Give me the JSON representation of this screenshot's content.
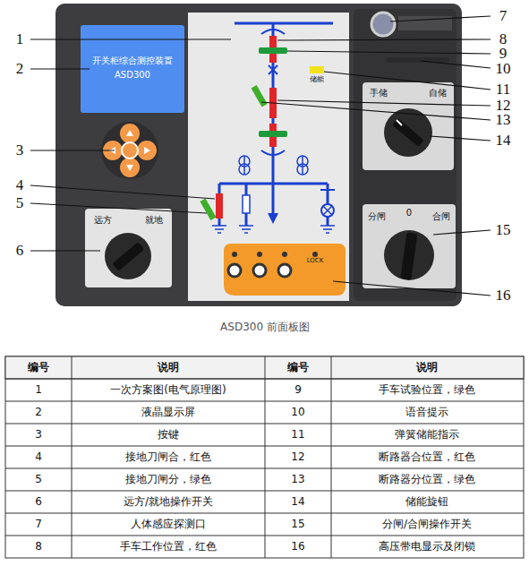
{
  "diagram": {
    "caption": "ASD300 前面板图",
    "nodes": [
      {
        "text": [
          "开关柜综合测控装置",
          "ASD300"
        ]
      },
      {
        "text": [
          "远方",
          "就地"
        ]
      },
      {
        "text": [
          "储能"
        ]
      },
      {
        "text": [
          "手储",
          "自储"
        ]
      },
      {
        "text": [
          "分闸",
          "0",
          "合闸"
        ]
      },
      {
        "text": [
          "LOCK"
        ]
      }
    ],
    "labels": [
      "1",
      "2",
      "3",
      "4",
      "5",
      "6",
      "7",
      "8",
      "9",
      "10",
      "11",
      "12",
      "13",
      "14",
      "15",
      "16",
      "编号",
      "说明",
      "编号",
      "说明",
      "1",
      "一次方案图(电气原理图)",
      "9",
      "手车试验位置，绿色",
      "2",
      "液晶显示屏",
      "10",
      "语音提示",
      "3",
      "按键",
      "11",
      "弹簧储能指示",
      "4",
      "接地刀闸合，红色",
      "12",
      "断路器合位置，红色",
      "5",
      "接地刀闸分，绿色",
      "13",
      "断路器分位置，绿色",
      "6",
      "远方/就地操作开关",
      "14",
      "储能旋钮",
      "7",
      "人体感应探测口",
      "15",
      "分闸/合闸操作开关",
      "8",
      "手车工作位置，红色",
      "16",
      "高压带电显示及闭锁"
    ]
  }
}
